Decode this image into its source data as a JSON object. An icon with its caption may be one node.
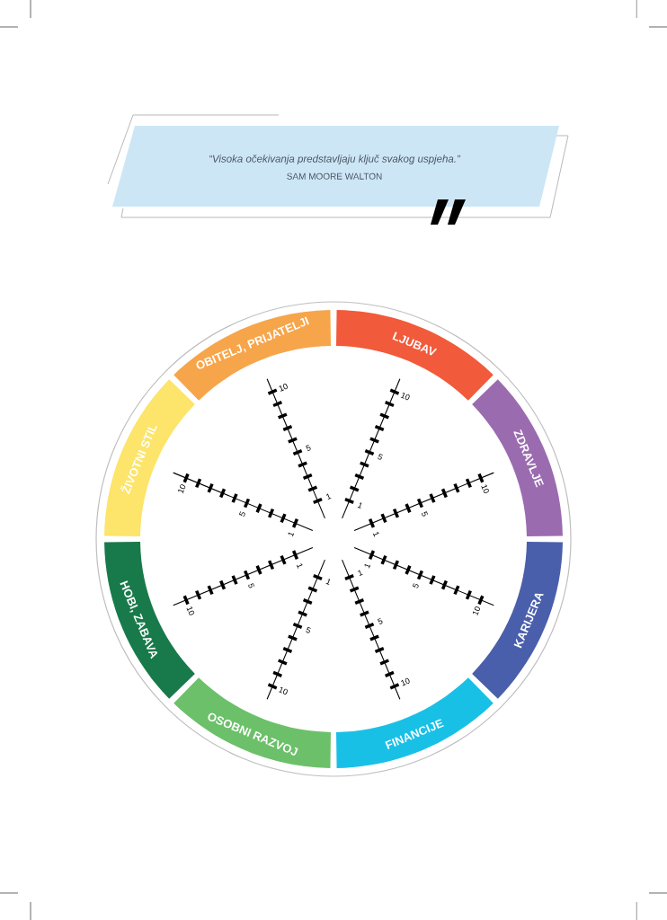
{
  "diagram": {
    "nodes": [
      {
        "text": [
          "“Visoka očekivanja predstavljaju ključ svakog uspjeha.”",
          "SAM MOORE WALTON"
        ]
      },
      {
        "text": [
          "OBITELJ, PRIJATELJI"
        ]
      },
      {
        "text": [
          "LJUBAV"
        ]
      },
      {
        "text": [
          "ZDRAVLJE"
        ]
      },
      {
        "text": [
          "KARIJERA"
        ]
      },
      {
        "text": [
          "FINANCIJE"
        ]
      },
      {
        "text": [
          "OSOBNI RAZVOJ"
        ]
      },
      {
        "text": [
          "HOBI, ZABAVA"
        ]
      },
      {
        "text": [
          "ŽIVOTNI STIL"
        ]
      }
    ],
    "labels": [
      "10",
      "5",
      "1",
      "10",
      "5",
      "1",
      "10",
      "5",
      "1",
      "10",
      "5",
      "1",
      "1",
      "5",
      "10",
      "1",
      "5",
      "10",
      "1",
      "5",
      "10",
      "1",
      "5",
      "10"
    ]
  }
}
